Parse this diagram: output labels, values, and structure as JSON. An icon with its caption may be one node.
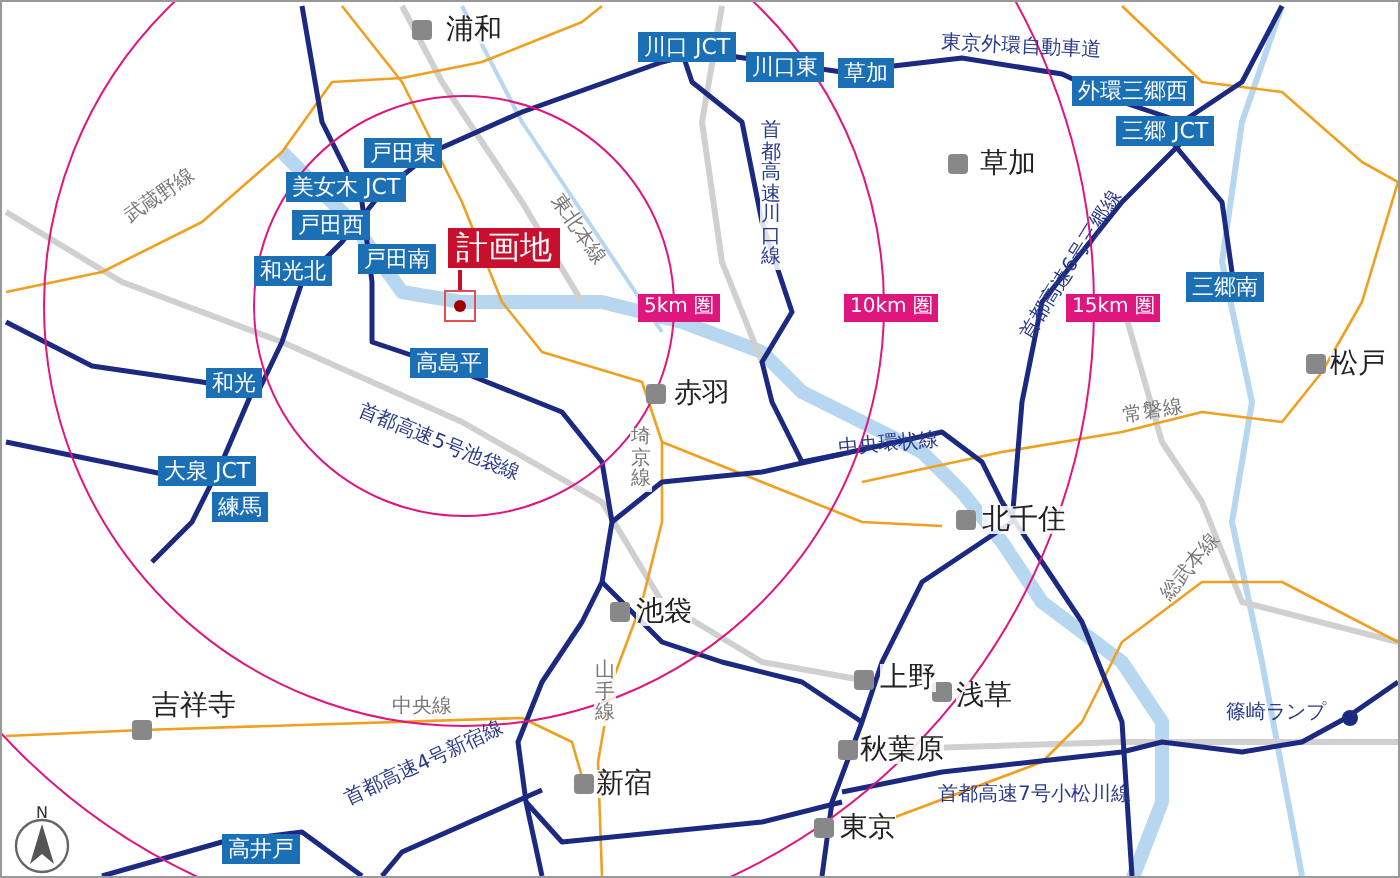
{
  "diagram": {
    "nodes": [
      {
        "text": [
          "計画地"
        ]
      },
      {
        "text": [],
        "shape": "box"
      }
    ],
    "edges": [
      {
        "from": 0,
        "to": 1,
        "arrow": "none"
      }
    ],
    "labels": [
      "浦和",
      "川口 JCT",
      "川口東",
      "草加",
      "東京外環自動車道",
      "外環三郷西",
      "三郷 JCT",
      "東北本線",
      "武蔵野線",
      "戸田東",
      "美女木 JCT",
      "草加",
      "首都高速川口線",
      "戸田西",
      "首都高速6号三郷線",
      "和光北",
      "戸田南",
      "5km 圏",
      "10km 圏",
      "15km 圏",
      "三郷南",
      "高島平",
      "松戸",
      "和光",
      "赤羽",
      "首都高速5号池袋線",
      "常磐線",
      "埼京線",
      "大泉 JCT",
      "中央環状線",
      "練馬",
      "北千住",
      "池袋",
      "総武本線",
      "吉祥寺",
      "中央線",
      "山手線",
      "上野",
      "浅草",
      "篠崎ランプ",
      "秋葉原",
      "新宿",
      "首都高速7号小松川線",
      "首都高速4号新宿線",
      "東京",
      "高井戸",
      "N"
    ]
  }
}
